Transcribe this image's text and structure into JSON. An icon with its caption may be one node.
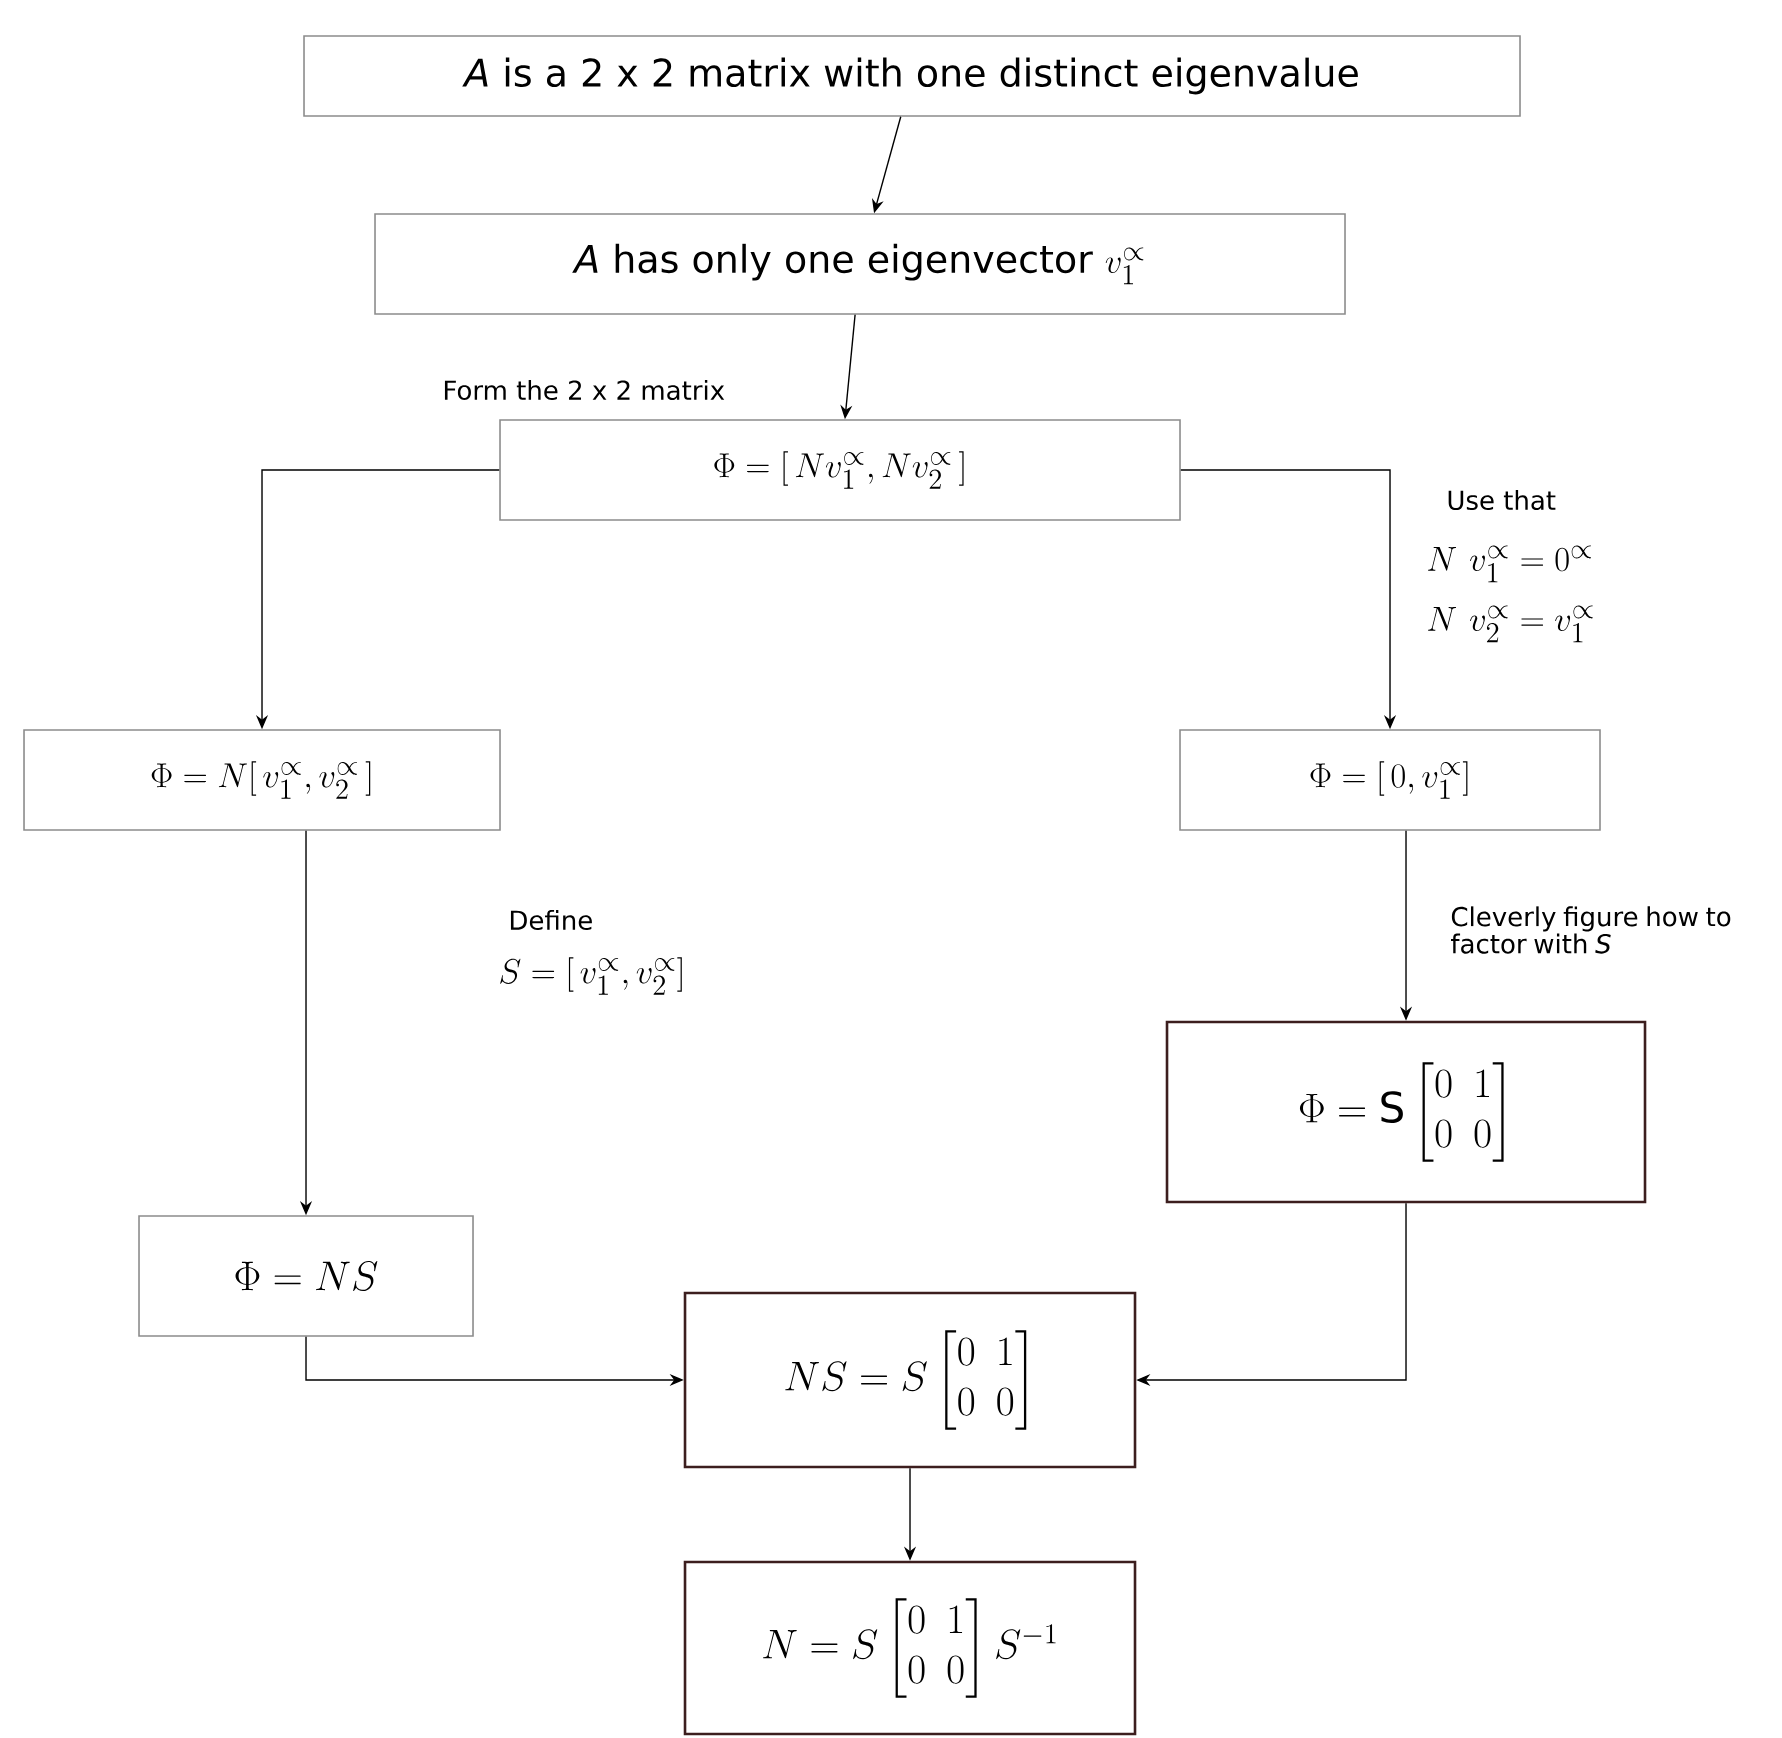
{
  "diagram": {
    "nodes": [
      {
        "text": [
          "*A* is a 2 x 2 matrix with one distinct eigenvalue"
        ]
      },
      {
        "text": [
          "*A* has only one eigenvector",
          "v_1^{\\propto}"
        ]
      },
      {
        "text": [
          "\\Phi = [\\,N v_1^{\\propto}, N v_2^{\\propto}\\,]"
        ]
      },
      {
        "text": [
          "\\Phi = N[\\,v_1^{\\propto}, v_2^{\\propto}\\,]"
        ]
      },
      {
        "text": [
          "\\Phi = [\\,0 , v_1^{\\propto}]"
        ]
      },
      {
        "text": [
          "\\Phi = NS"
        ]
      },
      {
        "text": [
          "\\Phi = \\mathrm{S}\\begin{bmatrix}0&1\\\\0&0\\end{bmatrix}"
        ]
      },
      {
        "text": [
          "NS = S\\begin{bmatrix}0&1\\\\0&0\\end{bmatrix}"
        ]
      },
      {
        "text": [
          "N = S\\begin{bmatrix}0&1\\\\0&0\\end{bmatrix}S^{-1}"
        ]
      }
    ],
    "edges": [
      {
        "from": 0,
        "to": 1,
        "arrow": "to"
      },
      {
        "from": 1,
        "to": 2,
        "arrow": "to"
      },
      {
        "from": 2,
        "to": 3,
        "arrow": "to"
      },
      {
        "from": 2,
        "to": 4,
        "arrow": "to"
      },
      {
        "from": 3,
        "to": 5,
        "arrow": "to"
      },
      {
        "from": 4,
        "to": 6,
        "arrow": "to"
      },
      {
        "from": 5,
        "to": 7,
        "arrow": "to"
      },
      {
        "from": 6,
        "to": 7,
        "arrow": "to"
      },
      {
        "from": 7,
        "to": 8,
        "arrow": "to"
      }
    ],
    "labels": [
      "Form the 2 x 2 matrix",
      "Use that",
      "N\\ v_1^{\\propto} = 0^{\\propto}",
      "N\\ v_2^{\\propto} = v_1^{\\propto}",
      "Define",
      "S = [\\,v_1^{\\propto}, v_2^{\\propto}]",
      "Cleverly figure how to factor with *S*"
    ]
  }
}
